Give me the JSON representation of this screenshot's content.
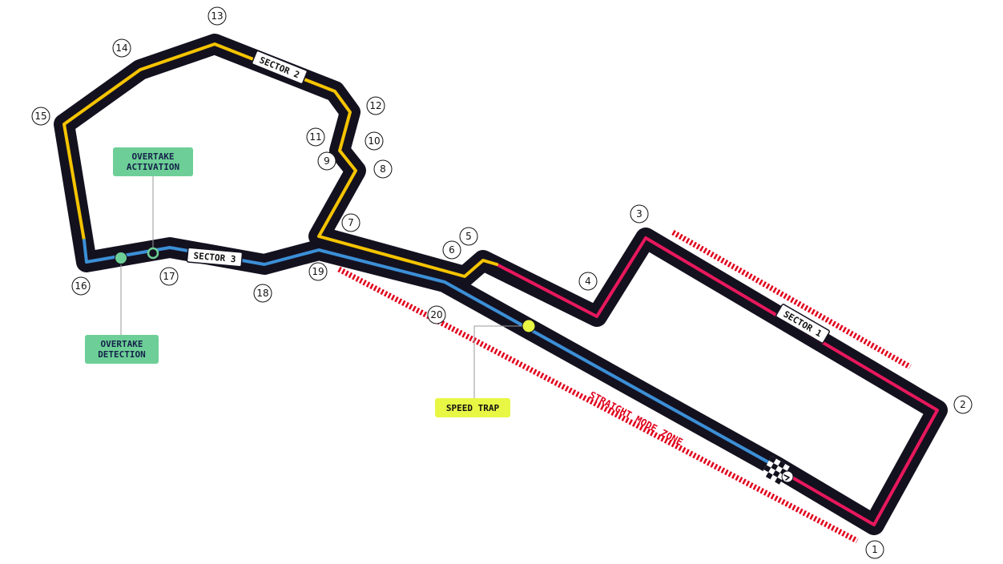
{
  "colors": {
    "track": "#14111f",
    "sector1": "#e8185c",
    "sector2": "#f5c400",
    "sector3": "#3c8fd6",
    "zone": "#e0001b",
    "overtake_tag": "#6dcf97",
    "speed_trap_tag": "#e8f744"
  },
  "sectors": {
    "s1": "SECTOR 1",
    "s2": "SECTOR 2",
    "s3": "SECTOR 3"
  },
  "turns": [
    "1",
    "2",
    "3",
    "4",
    "5",
    "6",
    "7",
    "8",
    "9",
    "10",
    "11",
    "12",
    "13",
    "14",
    "15",
    "16",
    "17",
    "18",
    "19",
    "20"
  ],
  "zone_label": "STRAIGHT MODE ZONE",
  "tags": {
    "overtake_activation": "OVERTAKE\nACTIVATION",
    "overtake_detection": "OVERTAKE\nDETECTION",
    "speed_trap": "SPEED TRAP"
  },
  "icons": {
    "start_finish": "checkered-flag-icon",
    "direction": "direction-arrow-icon"
  }
}
